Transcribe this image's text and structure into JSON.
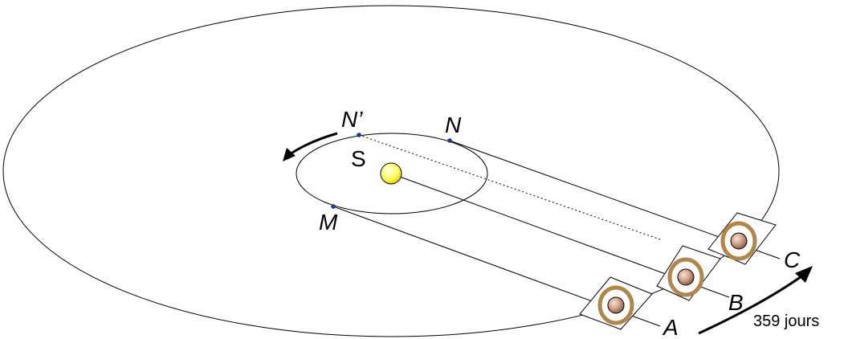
{
  "labels": {
    "n_prime": "N’",
    "n": "N",
    "s": "S",
    "m": "M",
    "a": "A",
    "b": "B",
    "c": "C"
  },
  "duration": "359 jours",
  "colors": {
    "sun_fill": "#ffff66",
    "ring": "#b0874a",
    "planet": "#d8aa94",
    "point": "#1a3a8f",
    "line": "#000000"
  }
}
